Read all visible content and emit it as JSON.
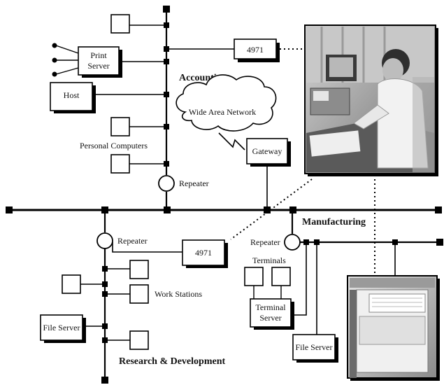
{
  "sections": {
    "accounting": "Accounting",
    "manufacturing": "Manufacturing",
    "research": "Research & Development"
  },
  "labels": {
    "print_server": [
      "Print",
      "Server"
    ],
    "host": "Host",
    "personal_computers": "Personal Computers",
    "wide_area_network": "Wide Area Network",
    "gateway": "Gateway",
    "repeater": "Repeater",
    "terminal_4971": "4971",
    "work_stations": "Work Stations",
    "file_server": "File Server",
    "terminals": "Terminals",
    "terminal_server": [
      "Terminal",
      "Server"
    ]
  },
  "photos": {
    "office_worker": "office-worker-at-computer-photo",
    "server_cabinet": "server-equipment-cabinet-photo"
  },
  "colors": {
    "line": "#000000",
    "box_fill": "#ffffff",
    "background": "#ffffff"
  }
}
